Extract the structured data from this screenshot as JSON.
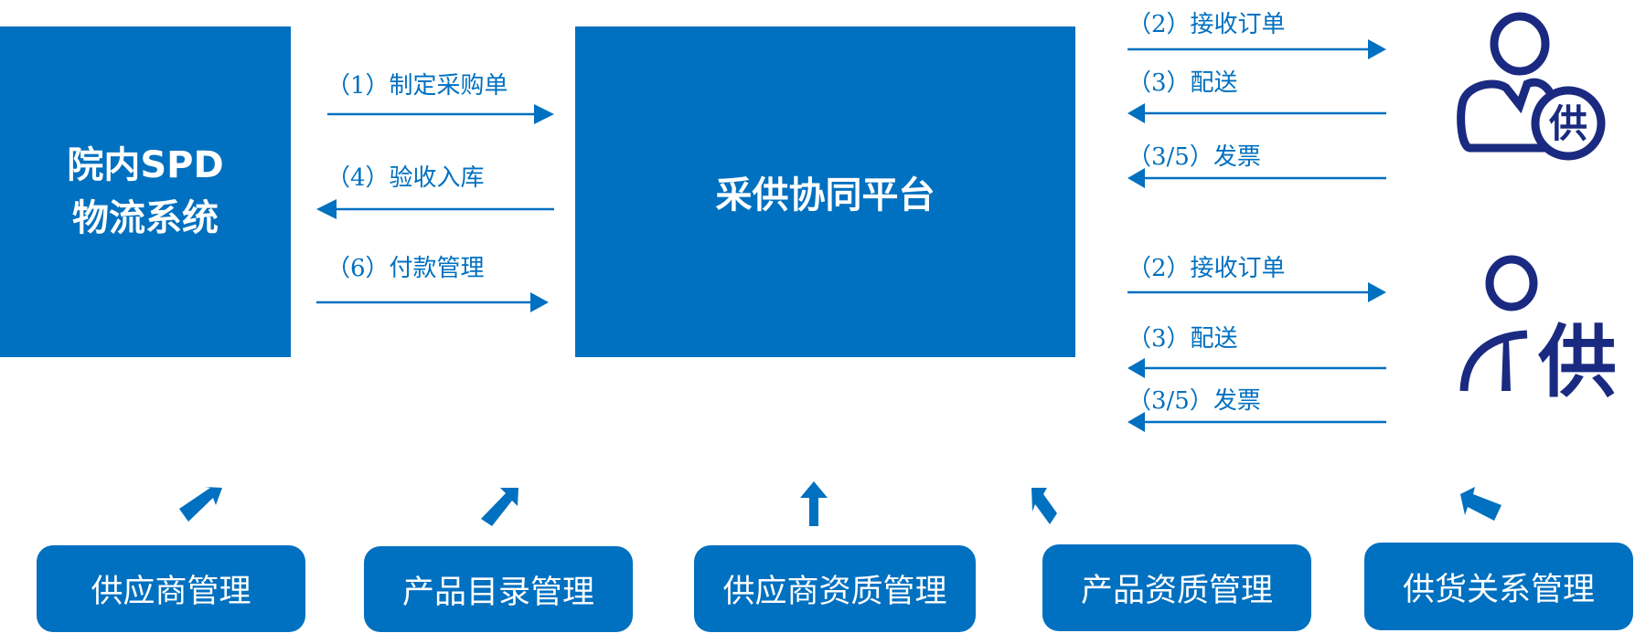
{
  "diagram": {
    "left_system": {
      "line1": "院内SPD",
      "line2": "物流系统"
    },
    "center_platform": {
      "label": "采供协同平台"
    },
    "left_flows": [
      {
        "label": "（1）制定采购单",
        "direction": "to-platform"
      },
      {
        "label": "（4）验收入库",
        "direction": "to-spd"
      },
      {
        "label": "（6）付款管理",
        "direction": "to-platform"
      }
    ],
    "supplier_groups": [
      {
        "icon": "supplier-user-badge-icon",
        "icon_text": "供",
        "flows": [
          {
            "label": "（2）接收订单",
            "direction": "to-supplier"
          },
          {
            "label": "（3）配送",
            "direction": "to-platform"
          },
          {
            "label": "（3/5）发票",
            "direction": "to-platform"
          }
        ]
      },
      {
        "icon": "supplier-person-icon",
        "icon_text": "供",
        "flows": [
          {
            "label": "（2）接收订单",
            "direction": "to-supplier"
          },
          {
            "label": "（3）配送",
            "direction": "to-platform"
          },
          {
            "label": "（3/5）发票",
            "direction": "to-platform"
          }
        ]
      }
    ],
    "modules": [
      {
        "label": "供应商管理"
      },
      {
        "label": "产品目录管理"
      },
      {
        "label": "供应商资质管理"
      },
      {
        "label": "产品资质管理"
      },
      {
        "label": "供货关系管理"
      }
    ],
    "colors": {
      "primary": "#0070c0",
      "icon": "#1a2a80",
      "text_on_primary": "#ffffff"
    }
  }
}
